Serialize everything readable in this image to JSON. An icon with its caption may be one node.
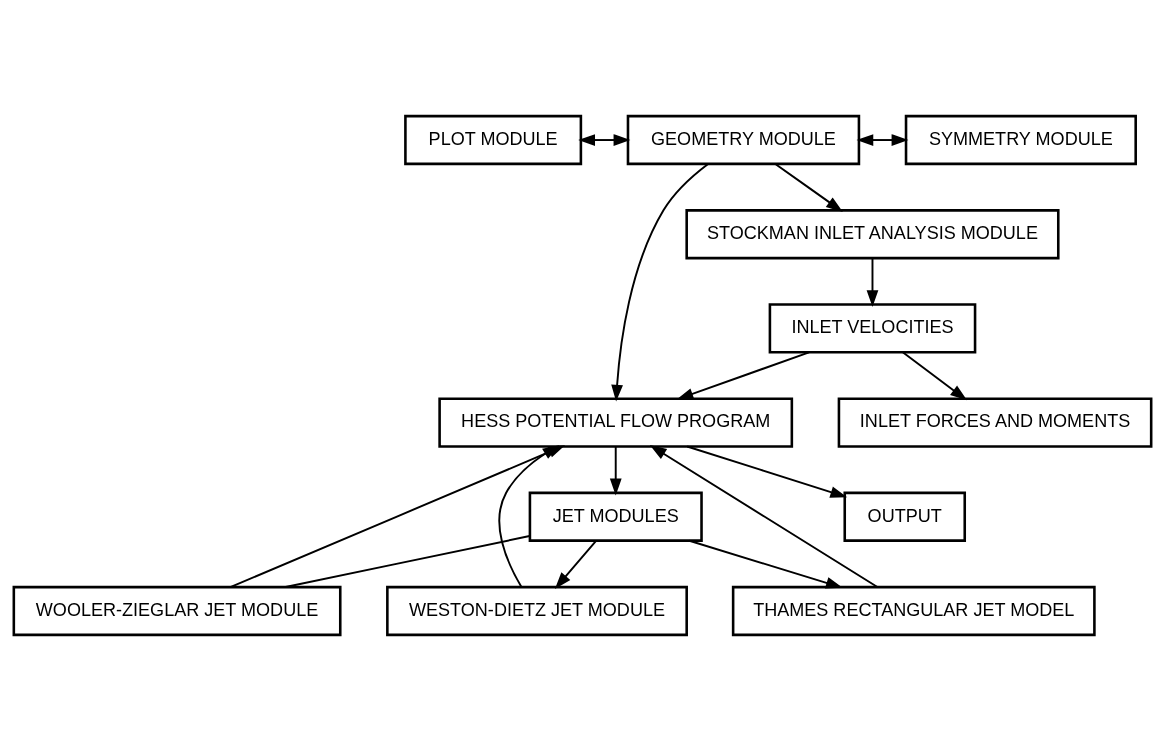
{
  "diagram": {
    "nodes": [
      {
        "text": [
          "PLOT MODULE"
        ]
      },
      {
        "text": [
          "GEOMETRY MODULE"
        ]
      },
      {
        "text": [
          "SYMMETRY MODULE"
        ]
      },
      {
        "text": [
          "STOCKMAN INLET ANALYSIS MODULE"
        ]
      },
      {
        "text": [
          "JET MODULES"
        ]
      },
      {
        "text": [
          "HESS POTENTIAL FLOW PROGRAM"
        ]
      },
      {
        "text": [
          "WOOLER-ZIEGLAR JET MODULE"
        ]
      },
      {
        "text": [
          "WESTON-DIETZ JET MODULE"
        ]
      },
      {
        "text": [
          "THAMES RECTANGULAR JET MODEL"
        ]
      },
      {
        "text": [
          "OUTPUT"
        ]
      },
      {
        "text": [
          "INLET VELOCITIES"
        ]
      },
      {
        "text": [
          "INLET FORCES AND MOMENTS"
        ]
      }
    ],
    "edges": [
      {
        "from": 0,
        "to": 1,
        "arrow": "both"
      },
      {
        "from": 1,
        "to": 2,
        "arrow": "both"
      },
      {
        "from": 1,
        "to": 5,
        "arrow": "to"
      },
      {
        "from": 1,
        "to": 3,
        "arrow": "to"
      },
      {
        "from": 5,
        "to": 4,
        "arrow": "to"
      },
      {
        "from": 4,
        "to": 6,
        "arrow": "none"
      },
      {
        "from": 4,
        "to": 7,
        "arrow": "to"
      },
      {
        "from": 4,
        "to": 8,
        "arrow": "to"
      },
      {
        "from": 6,
        "to": 5,
        "arrow": "to"
      },
      {
        "from": 7,
        "to": 5,
        "arrow": "to"
      },
      {
        "from": 8,
        "to": 5,
        "arrow": "to"
      },
      {
        "from": 5,
        "to": 9,
        "arrow": "to"
      },
      {
        "from": 3,
        "to": 10,
        "arrow": "to"
      },
      {
        "from": 10,
        "to": 5,
        "arrow": "to"
      },
      {
        "from": 10,
        "to": 11,
        "arrow": "to"
      }
    ]
  }
}
